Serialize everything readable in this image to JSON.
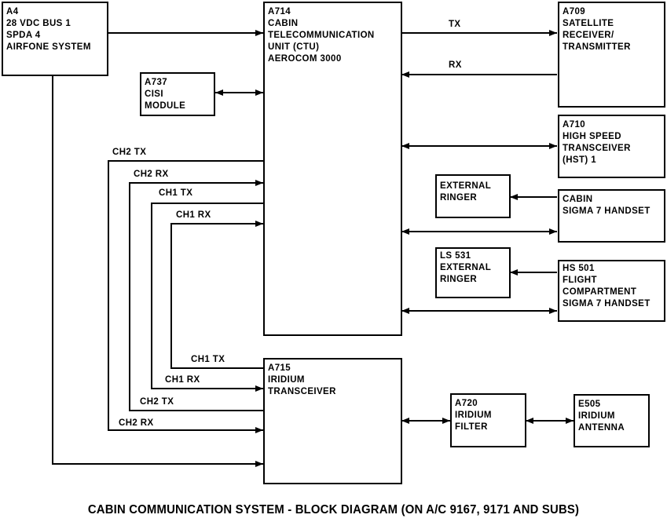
{
  "diagram": {
    "title": "CABIN COMMUNICATION SYSTEM - BLOCK DIAGRAM (ON A/C 9167, 9171 AND SUBS)",
    "colors": {
      "line": "#000000",
      "background": "#ffffff"
    },
    "blocks": {
      "a4": {
        "lines": [
          "A4",
          "28 VDC BUS 1",
          "SPDA 4",
          "AIRFONE SYSTEM"
        ]
      },
      "a714": {
        "lines": [
          "A714",
          "CABIN",
          "TELECOMMUNICATION",
          "UNIT (CTU)",
          "AEROCOM 3000"
        ]
      },
      "a737": {
        "lines": [
          "A737",
          "CISI",
          "MODULE"
        ]
      },
      "a709": {
        "lines": [
          "A709",
          "SATELLITE",
          "RECEIVER/",
          "TRANSMITTER"
        ]
      },
      "a710": {
        "lines": [
          "A710",
          "HIGH SPEED",
          "TRANSCEIVER",
          "(HST) 1"
        ]
      },
      "ext_ringer": {
        "lines": [
          "EXTERNAL",
          "RINGER"
        ]
      },
      "cabin_handset": {
        "lines": [
          "CABIN",
          "SIGMA 7 HANDSET"
        ]
      },
      "ls531": {
        "lines": [
          "LS 531",
          "EXTERNAL",
          "RINGER"
        ]
      },
      "hs501": {
        "lines": [
          "HS 501",
          "FLIGHT",
          "COMPARTMENT",
          "SIGMA 7 HANDSET"
        ]
      },
      "a715": {
        "lines": [
          "A715",
          "IRIDIUM",
          "TRANSCEIVER"
        ]
      },
      "a720": {
        "lines": [
          "A720",
          "IRIDIUM",
          "FILTER"
        ]
      },
      "e505": {
        "lines": [
          "E505",
          "IRIDIUM",
          "ANTENNA"
        ]
      }
    },
    "wire_labels": {
      "tx": "TX",
      "rx": "RX",
      "ctu_ch2_tx": "CH2 TX",
      "ctu_ch2_rx": "CH2 RX",
      "ctu_ch1_tx": "CH1 TX",
      "ctu_ch1_rx": "CH1 RX",
      "ird_ch1_tx": "CH1 TX",
      "ird_ch1_rx": "CH1 RX",
      "ird_ch2_tx": "CH2 TX",
      "ird_ch2_rx": "CH2 RX"
    },
    "connections": [
      {
        "from": "A4",
        "to": "A714",
        "direction": "to"
      },
      {
        "from": "A4",
        "to": "A715",
        "direction": "to"
      },
      {
        "from": "A714",
        "to": "A709",
        "label": "TX",
        "direction": "to"
      },
      {
        "from": "A709",
        "to": "A714",
        "label": "RX",
        "direction": "to"
      },
      {
        "from": "A737",
        "to": "A714",
        "direction": "both"
      },
      {
        "from": "A714",
        "to": "A710",
        "direction": "both"
      },
      {
        "from": "CABIN SIGMA 7 HANDSET",
        "to": "EXTERNAL RINGER",
        "direction": "to"
      },
      {
        "from": "A714",
        "to": "CABIN SIGMA 7 HANDSET",
        "direction": "both"
      },
      {
        "from": "HS 501",
        "to": "LS 531",
        "direction": "to"
      },
      {
        "from": "A714",
        "to": "HS 501",
        "direction": "both"
      },
      {
        "from": "A714",
        "to": "A715",
        "label": "CH2 TX / CH2 RX",
        "direction": "to"
      },
      {
        "from": "A715",
        "to": "A714",
        "label": "CH2 RX",
        "direction": "to"
      },
      {
        "from": "A714",
        "to": "A715",
        "label": "CH1 TX / CH1 RX",
        "direction": "to"
      },
      {
        "from": "A715",
        "to": "A714",
        "label": "CH1 RX",
        "direction": "to"
      },
      {
        "from": "A715",
        "to": "A720",
        "direction": "both"
      },
      {
        "from": "A720",
        "to": "E505",
        "direction": "both"
      }
    ]
  }
}
